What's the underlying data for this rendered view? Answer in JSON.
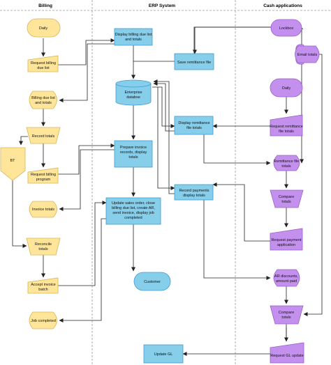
{
  "lanes": {
    "billing": "Billing",
    "erp": "ERP System",
    "cash": "Cash applications"
  },
  "billing": {
    "daily": "Daily",
    "request_billing_due_list": [
      "Request billing",
      "due list"
    ],
    "billing_due_list": [
      "Billing due list",
      "and totals"
    ],
    "record_totals": "Record totals",
    "bt": "BT",
    "request_billing_program": [
      "Request billing",
      "program"
    ],
    "invoice_totals": "Invoice totals",
    "reconcile_totals": [
      "Reconcile",
      "totals"
    ],
    "accept_invoice_batch": [
      "Accept invoice",
      "batch"
    ],
    "job_completed": "Job completed"
  },
  "erp": {
    "display_billing_due_list": [
      "Display billing due list",
      "and totals"
    ],
    "save_remittance_file": "Save remittance file",
    "enterprise_database": [
      "Enterprise",
      "databse"
    ],
    "display_remittance_file": [
      "Display remittance",
      "file totals"
    ],
    "prepare_invoice": [
      "Prepare invoice",
      "records, display",
      "totals"
    ],
    "record_payments": [
      "Record payments",
      "display totals"
    ],
    "update_sales_order": [
      "Update sales order, close",
      "billing due list, create AR,",
      "send invoice, display job",
      "completed"
    ],
    "customer": "Customer",
    "update_gl": "Update GL"
  },
  "cash": {
    "lockbox": "Lockbox",
    "email_totals": "Email totals",
    "daily": "Daily",
    "request_remittance_totals": [
      "Request remittance",
      "file totals"
    ],
    "remittance_file_totals": [
      "Remittance file",
      "totals"
    ],
    "compare_totals_1": [
      "Compare",
      "totals"
    ],
    "request_payment_application": [
      "Request payment",
      "application"
    ],
    "ar_discounts": [
      "AR discounts,",
      "amount paid"
    ],
    "compare_totals_2": [
      "Compare",
      "totals"
    ],
    "request_gl_update": "Request GL update"
  },
  "colors": {
    "yellow_fill": "#ffe599",
    "yellow_stroke": "#d6b656",
    "blue_fill": "#87ceeb",
    "blue_stroke": "#3e9ccf",
    "purple_fill": "#c490ee",
    "purple_stroke": "#9a5fcb",
    "line": "#222222",
    "divider": "#9a9a9a"
  }
}
